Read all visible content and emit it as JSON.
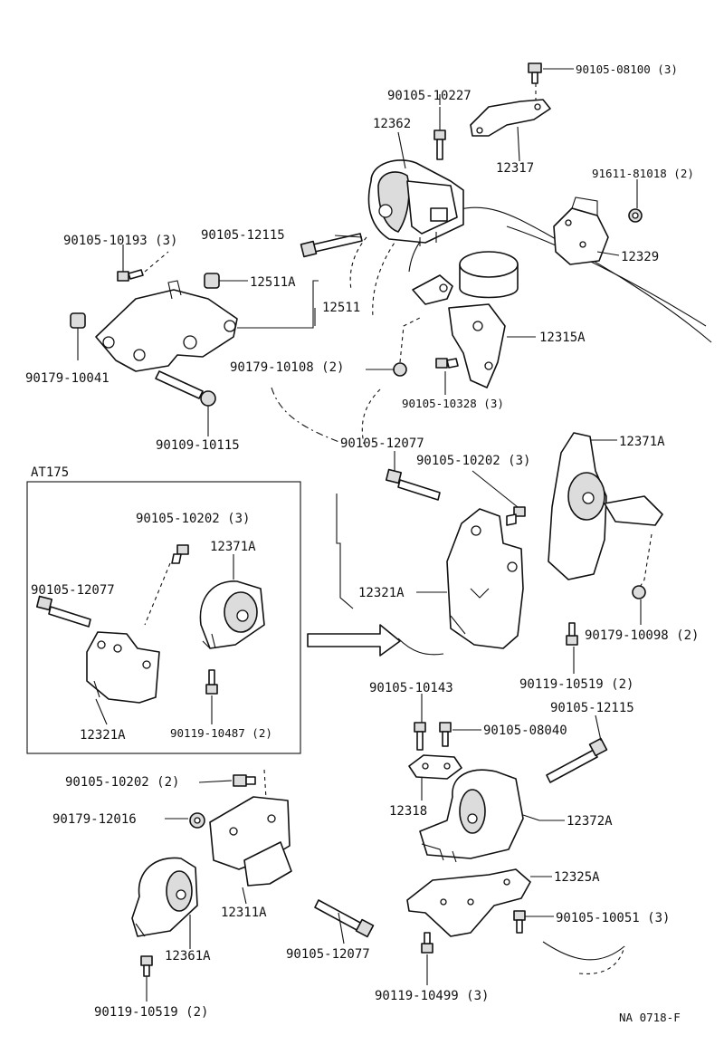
{
  "labels": {
    "p90105_08100": "90105-08100 (3)",
    "p90105_10227": "90105-10227",
    "p12362": "12362",
    "p12317": "12317",
    "p91611_81018": "91611-81018 (2)",
    "p90105_10193": "90105-10193 (3)",
    "p90105_12115_top": "90105-12115",
    "p12329": "12329",
    "p12511A": "12511A",
    "p12511": "12511",
    "p12315A": "12315A",
    "p90179_10041": "90179-10041",
    "p90179_10108": "90179-10108 (2)",
    "p90105_10328": "90105-10328 (3)",
    "p90109_10115": "90109-10115",
    "p90105_12077_mid": "90105-12077",
    "p12371A_right": "12371A",
    "at175": "AT175",
    "p90105_10202_right": "90105-10202 (3)",
    "p90105_10202_box": "90105-10202 (3)",
    "p12371A_box": "12371A",
    "p90105_12077_box": "90105-12077",
    "p12321A_right": "12321A",
    "p90179_10098": "90179-10098 (2)",
    "p12321A_box": "12321A",
    "p90119_10487": "90119-10487 (2)",
    "p90105_10143": "90105-10143",
    "p90119_10519_right": "90119-10519 (2)",
    "p90105_12115_low": "90105-12115",
    "p90105_08040": "90105-08040",
    "p90105_10202_low": "90105-10202 (2)",
    "p12318": "12318",
    "p12372A": "12372A",
    "p90179_12016": "90179-12016",
    "p12325A": "12325A",
    "p12311A": "12311A",
    "p90105_10051": "90105-10051 (3)",
    "p12361A": "12361A",
    "p90105_12077_low": "90105-12077",
    "p90119_10499": "90119-10499 (3)",
    "p90119_10519_low": "90119-10519 (2)",
    "diagram_code": "NA 0718-F"
  }
}
